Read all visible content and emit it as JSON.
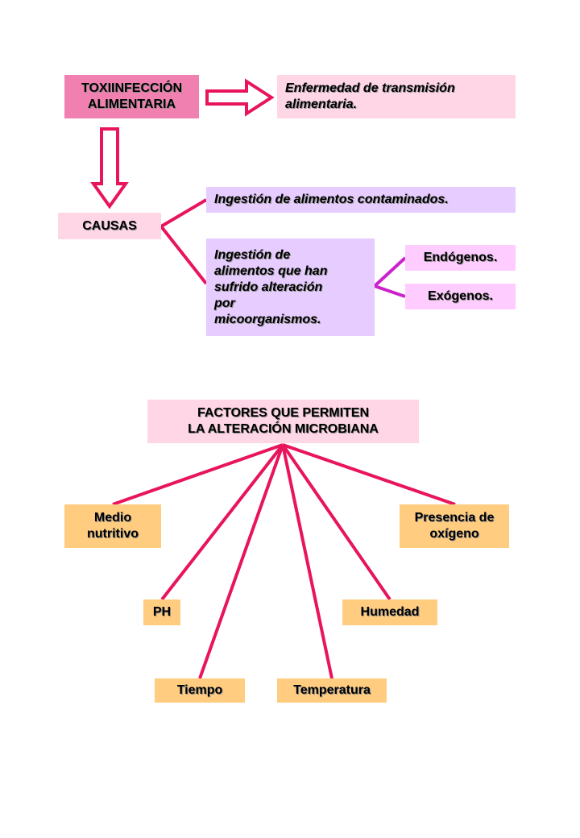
{
  "colors": {
    "line": "#e8145c",
    "branch": "#cc22cc",
    "pink_strong": "#f080b0",
    "pink_light": "#ffd6e6",
    "lavender": "#e6ccff",
    "pink_lilac": "#ffccff",
    "orange": "#ffcc80"
  },
  "top": {
    "title": "TOXIINFECCIÓN\nALIMENTARIA",
    "definition": "Enfermedad de transmisión\nalimentaria."
  },
  "causas": {
    "label": "CAUSAS",
    "cause_1": "Ingestión de alimentos contaminados.",
    "cause_2": "Ingestión de\nalimentos que han\nsufrido alteración\npor\nmicoorganismos.",
    "origin_1": "Endógenos.",
    "origin_2": "Exógenos."
  },
  "factores": {
    "title": "FACTORES QUE PERMITEN\nLA ALTERACIÓN MICROBIANA",
    "medio": "Medio\nnutritivo",
    "oxigeno": "Presencia de\noxígeno",
    "ph": "PH",
    "humedad": "Humedad",
    "tiempo": "Tiempo",
    "temperatura": "Temperatura"
  }
}
